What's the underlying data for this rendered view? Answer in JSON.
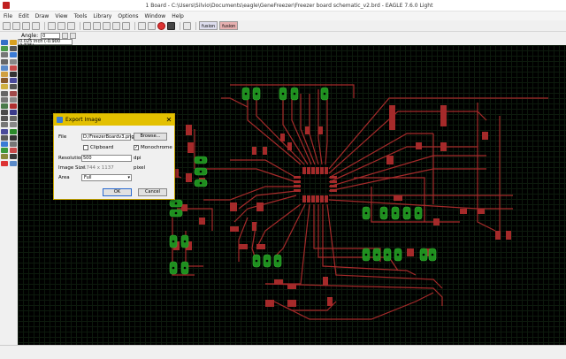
{
  "window": {
    "title": "1 Board - C:\\Users\\Silvio\\Documents\\eagle\\GeneFreezer\\Freezer board schematic_v2.brd - EAGLE 7.6.0 Light"
  },
  "menu": [
    "File",
    "Edit",
    "Draw",
    "View",
    "Tools",
    "Library",
    "Options",
    "Window",
    "Help"
  ],
  "toolbar": {
    "labels": [
      "fusion",
      "fusion"
    ]
  },
  "parambar": {
    "angle_label": "Angle:",
    "angle_value": "0"
  },
  "coords": "0.025 inch (-0.900 2.725)",
  "dialog": {
    "title": "Export Image",
    "file_label": "File",
    "file_value": "D:/FreezerBoardv3.png",
    "browse_label": "Browse...",
    "clipboard_label": "Clipboard",
    "monochrome_label": "Monochrome",
    "resolution_label": "Resolution",
    "resolution_value": "500",
    "resolution_unit": "dpi",
    "image_size_label": "Image Size",
    "image_size_value": "1744 x 1137",
    "image_size_unit": "pixel",
    "area_label": "Area",
    "area_value": "Full",
    "ok_label": "OK",
    "cancel_label": "Cancel",
    "clipboard_checked": false,
    "monochrome_checked": true
  },
  "colors": {
    "trace": "#a52a2a",
    "pad": "#a52a2a",
    "via": "#1f8f1f",
    "canvas": "#000000",
    "dialog_title": "#e3c000"
  }
}
